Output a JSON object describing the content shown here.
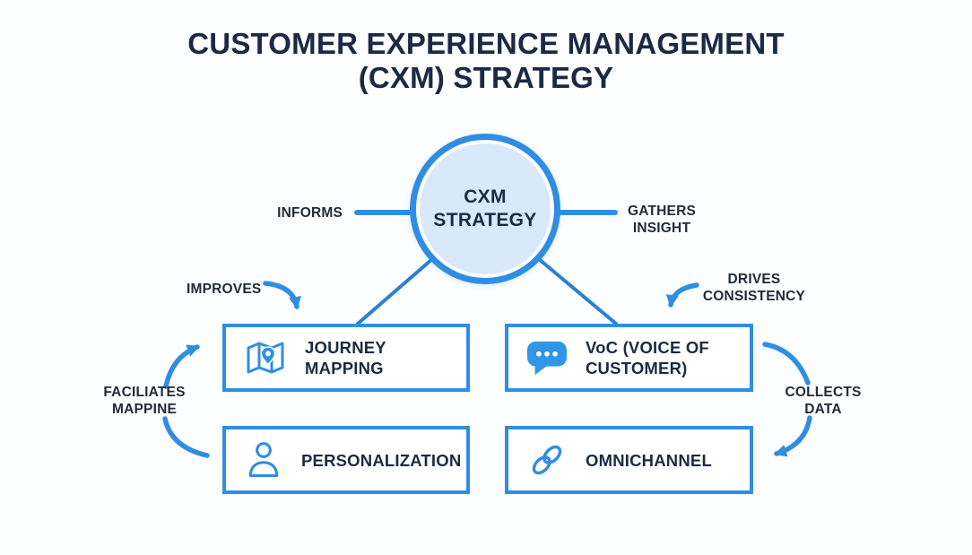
{
  "colors": {
    "accent": "#2f8ee3",
    "circle_fill": "#d9e9fb",
    "title_dark": "#1b2a44",
    "label_dark": "#212b38",
    "background": "#fdfeff"
  },
  "title": {
    "line1": "CUSTOMER EXPERIENCE MANAGEMENT",
    "line2": "(CXM) STRATEGY"
  },
  "center": {
    "label": "CXM STRATEGY"
  },
  "connector_labels": {
    "informs": "INFORMS",
    "gathers": "GATHERS INSIGHT",
    "improves": "IMPROVES",
    "drives": "DRIVES CONSISTENCY",
    "facilitates": "FACILIATES MAPPINE",
    "collects": "COLLECTS DATA"
  },
  "boxes": [
    {
      "id": "journey-mapping",
      "label": "JOURNEY MAPPING",
      "icon": "map-pin-icon"
    },
    {
      "id": "voc",
      "label": "VoC (VOICE OF CUSTOMER)",
      "icon": "speech-bubble-icon"
    },
    {
      "id": "personalization",
      "label": "PERSONALIZATION",
      "icon": "person-icon"
    },
    {
      "id": "omnichannel",
      "label": "OMNICHANNEL",
      "icon": "link-icon"
    }
  ]
}
